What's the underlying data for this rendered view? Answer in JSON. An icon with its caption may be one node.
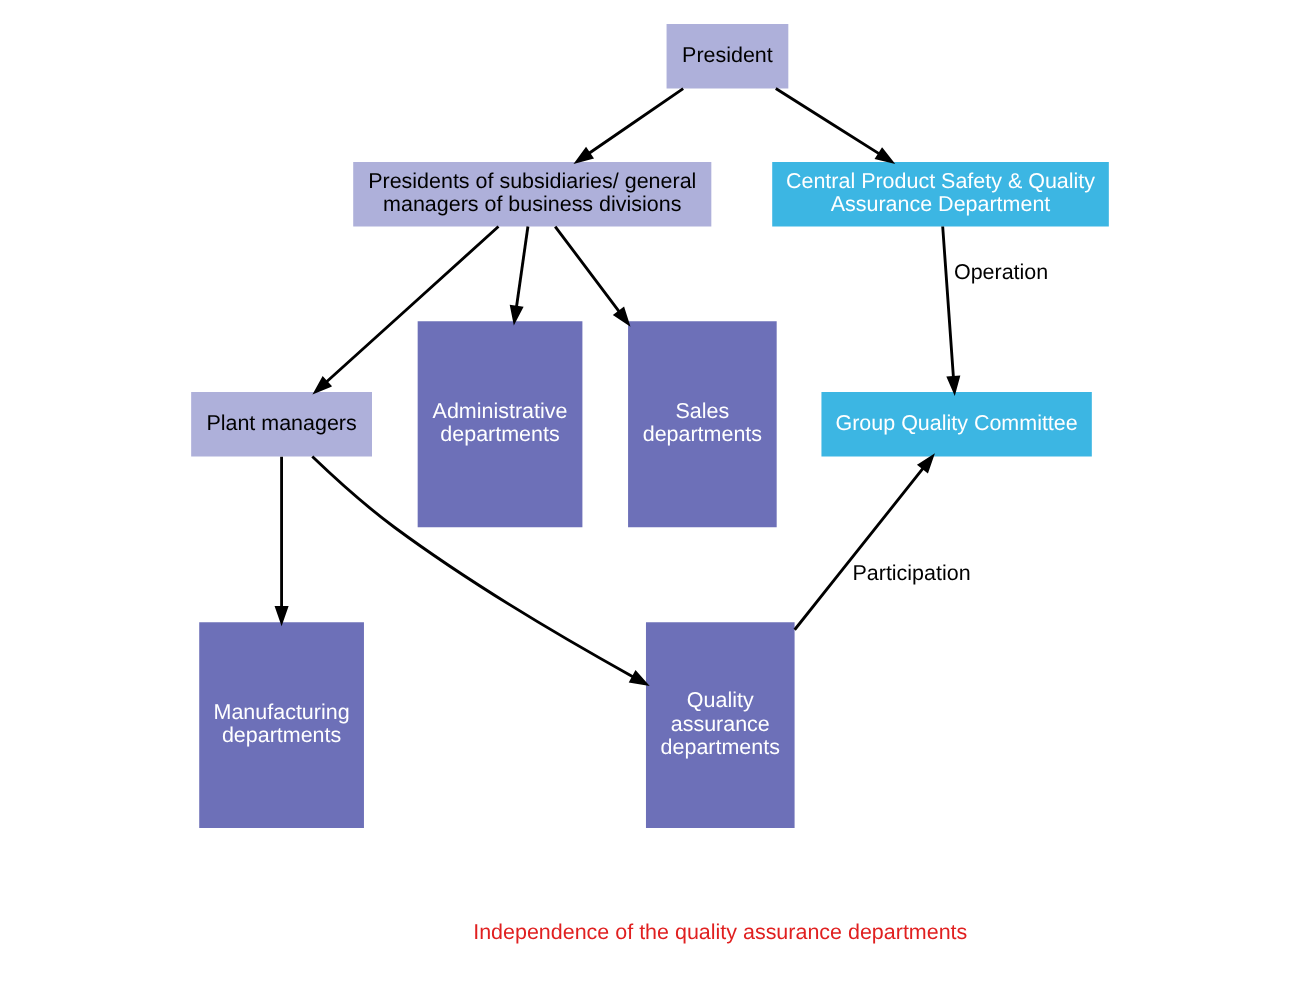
{
  "diagram": {
    "nodes": [
      {
        "text": [
          "President"
        ]
      },
      {
        "text": [
          "Presidents of subsidiaries/ general managers of business divisions"
        ]
      },
      {
        "text": [
          "Central Product Safety & Quality Assurance Department"
        ]
      },
      {
        "text": [
          "Group Quality Committee"
        ]
      },
      {
        "text": [
          "Plant managers"
        ]
      },
      {
        "text": [
          "Administrative departments"
        ]
      },
      {
        "text": [
          "Sales departments"
        ]
      },
      {
        "text": [
          "Manufacturing departments"
        ]
      },
      {
        "text": [
          "Quality assurance departments"
        ]
      }
    ],
    "edges": [
      {
        "from": 0,
        "to": 1,
        "arrow": "to"
      },
      {
        "from": 0,
        "to": 2,
        "arrow": "to"
      },
      {
        "from": 1,
        "to": 5,
        "arrow": "to"
      },
      {
        "from": 1,
        "to": 6,
        "arrow": "to"
      },
      {
        "from": 1,
        "to": 4,
        "arrow": "to"
      },
      {
        "from": 2,
        "to": 3,
        "label": "Operation",
        "arrow": "to"
      },
      {
        "from": 4,
        "to": 7,
        "arrow": "to"
      },
      {
        "from": 4,
        "to": 8,
        "arrow": "to"
      },
      {
        "from": 8,
        "to": 3,
        "label": "Participation",
        "arrow": "to"
      }
    ],
    "labels": [
      "Independence of the quality assurance departments"
    ]
  }
}
